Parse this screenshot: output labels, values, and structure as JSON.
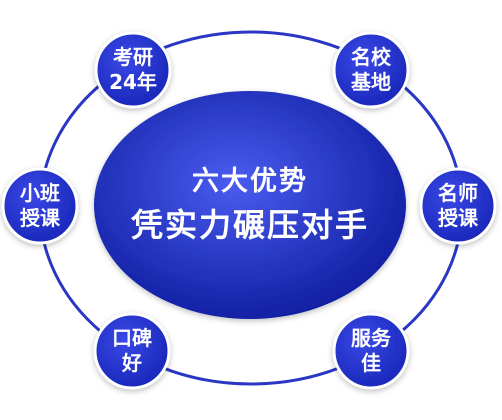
{
  "colors": {
    "ring": "#2a36c4",
    "node_fill_light": "#3a48e6",
    "node_fill_dark": "#1726b8",
    "center_light": "#4a5cf0",
    "center_dark": "#0d1b9e",
    "text": "#ffffff"
  },
  "center": {
    "line1": "六大优势",
    "line2": "凭实力碾压对手"
  },
  "nodes": [
    {
      "line1": "考研",
      "line2": "24年"
    },
    {
      "line1": "名校",
      "line2": "基地"
    },
    {
      "line1": "小班",
      "line2": "授课"
    },
    {
      "line1": "名师",
      "line2": "授课"
    },
    {
      "line1": "口碑",
      "line2": "好"
    },
    {
      "line1": "服务",
      "line2": "佳"
    }
  ]
}
